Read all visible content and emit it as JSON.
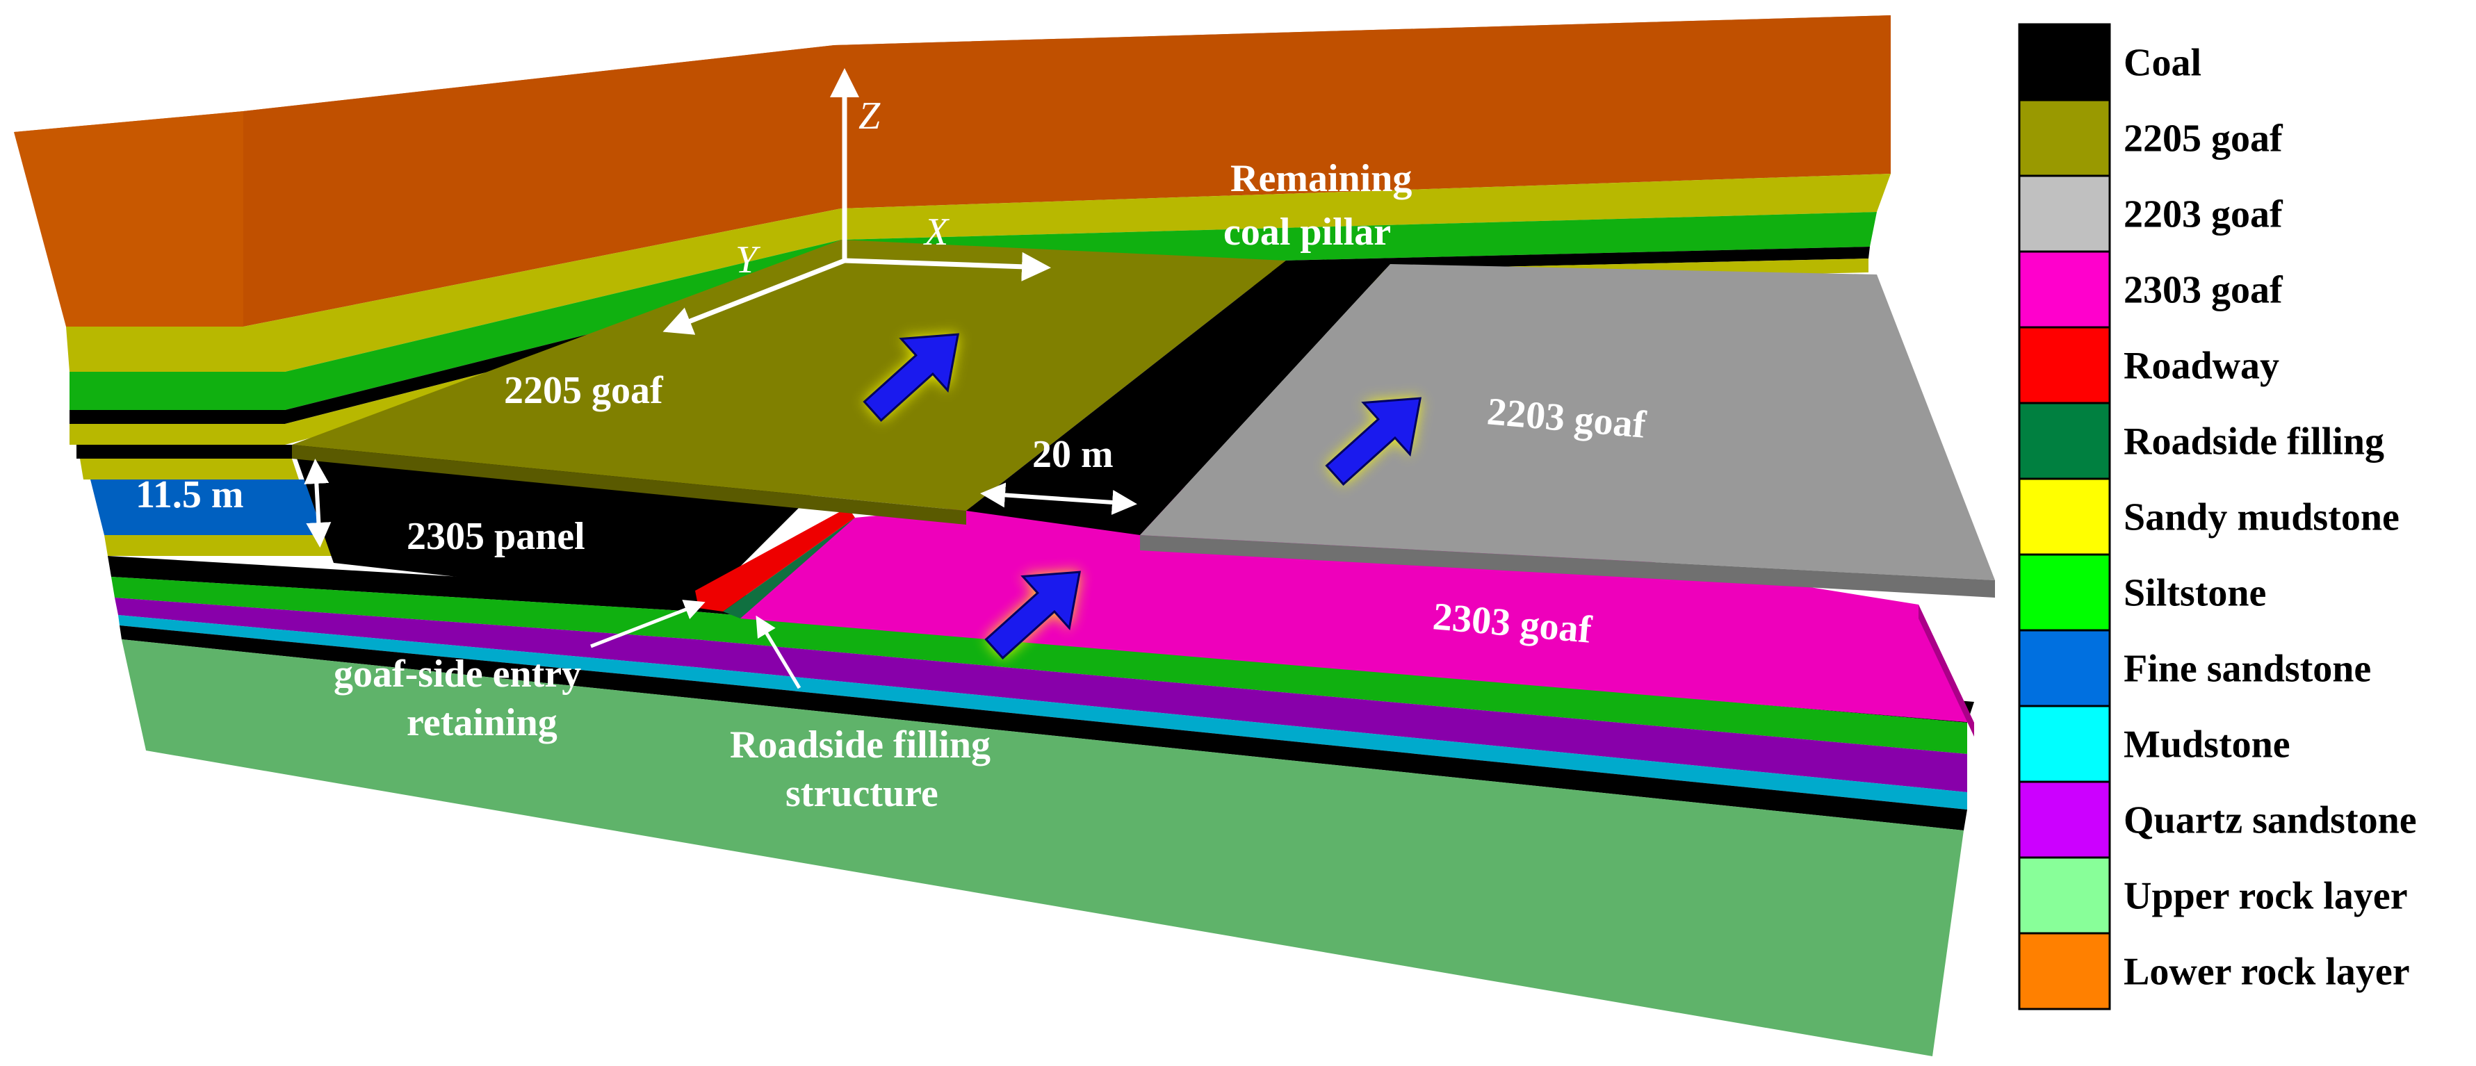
{
  "labels": {
    "axis_z": "Z",
    "axis_x": "X",
    "axis_y": "Y",
    "goaf_2205": "2205 goaf",
    "goaf_2203": "2203 goaf",
    "goaf_2303": "2303 goaf",
    "panel_2305": "2305 panel",
    "remaining_pillar_line1": "Remaining",
    "remaining_pillar_line2": "coal pillar",
    "pillar_width": "20 m",
    "layer_thickness": "11.5 m",
    "goaf_entry_line1": "goaf-side entry",
    "goaf_entry_line2": "retaining",
    "filling_line1": "Roadside filling",
    "filling_line2": "structure"
  },
  "legend": [
    {
      "label": "Coal",
      "color": "#000000"
    },
    {
      "label": "2205 goaf",
      "color": "#999900"
    },
    {
      "label": "2203 goaf",
      "color": "#c0c0c0"
    },
    {
      "label": "2303 goaf",
      "color": "#ff00cc"
    },
    {
      "label": "Roadway",
      "color": "#ff0000"
    },
    {
      "label": "Roadside filling",
      "color": "#008040"
    },
    {
      "label": "Sandy mudstone",
      "color": "#ffff00"
    },
    {
      "label": "Siltstone",
      "color": "#00ff00"
    },
    {
      "label": "Fine sandstone",
      "color": "#0070e0"
    },
    {
      "label": "Mudstone",
      "color": "#00ffff"
    },
    {
      "label": "Quartz sandstone",
      "color": "#cc00ff"
    },
    {
      "label": "Upper rock layer",
      "color": "#88ff99"
    },
    {
      "label": "Lower rock layer",
      "color": "#ff8000"
    }
  ],
  "colors": {
    "lower_rock_front": "#c05000",
    "lower_rock_top": "#d86000",
    "sandy_mudstone": "#b8b800",
    "siltstone": "#10b010",
    "coal": "#000000",
    "fine_sandstone": "#0060c0",
    "goaf_2205": "#808000",
    "goaf_2203": "#999999",
    "goaf_2303": "#ee00bb",
    "roadway": "#ee0000",
    "roadside_filling": "#107040",
    "quartz_sandstone": "#8800aa",
    "mudstone": "#00aacc",
    "base_rock": "#5fb36a",
    "arrow": "#1a1aee",
    "arrow_glow": "#ffff00"
  }
}
